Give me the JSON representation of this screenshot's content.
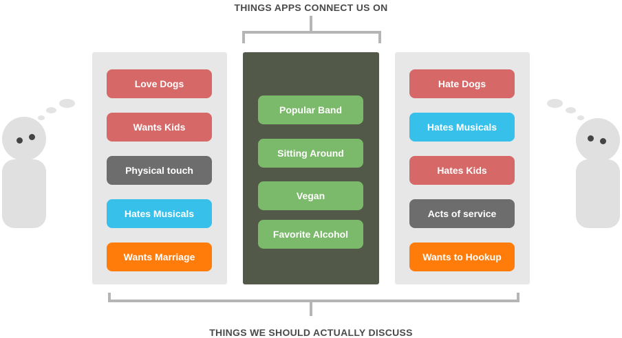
{
  "top_title": "THINGS APPS CONNECT US ON",
  "bottom_title": "THINGS WE SHOULD ACTUALLY DISCUSS",
  "colors": {
    "red": "#d76868",
    "gray": "#6d6d6d",
    "blue": "#36c0ea",
    "orange": "#ff7c0a",
    "green": "#7cba6b"
  },
  "left_items": [
    {
      "label": "Love Dogs",
      "color": "red"
    },
    {
      "label": "Wants Kids",
      "color": "red"
    },
    {
      "label": "Physical touch",
      "color": "gray"
    },
    {
      "label": "Hates Musicals",
      "color": "blue"
    },
    {
      "label": "Wants Marriage",
      "color": "orange"
    }
  ],
  "middle_items": [
    {
      "label": "Popular Band",
      "color": "green"
    },
    {
      "label": "Sitting Around",
      "color": "green"
    },
    {
      "label": "Vegan",
      "color": "green"
    },
    {
      "label": "Favorite Alcohol",
      "color": "green"
    }
  ],
  "right_items": [
    {
      "label": "Hate Dogs",
      "color": "red"
    },
    {
      "label": "Hates Musicals",
      "color": "blue"
    },
    {
      "label": "Hates Kids",
      "color": "red"
    },
    {
      "label": "Acts of service",
      "color": "gray"
    },
    {
      "label": "Wants to Hookup",
      "color": "orange"
    }
  ]
}
